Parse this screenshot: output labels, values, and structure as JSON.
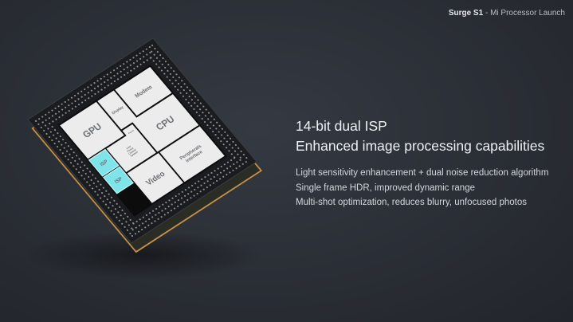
{
  "header": {
    "brand": "Surge S1",
    "separator": " - ",
    "subtitle": "Mi Processor Launch"
  },
  "headline": {
    "line1": "14-bit dual ISP",
    "line2": "Enhanced image processing capabilities"
  },
  "bullets": [
    "Light sensitivity enhancement + dual noise reduction algorithm",
    "Single frame HDR, improved dynamic range",
    "Multi-shot optimization, reduces blurry, unfocused photos"
  ],
  "chip": {
    "blocks": {
      "gpu": "GPU",
      "display": "Display",
      "modem": "Modem",
      "cpu": "CPU",
      "dsp": "DSP",
      "isp1": "ISP",
      "isp2": "ISP",
      "low_power": [
        "Low",
        "Power",
        "Control",
        "System"
      ],
      "peripherals": [
        "Peripherals",
        "interface"
      ],
      "video": "Video"
    },
    "colors": {
      "isp": "#7fe3ea",
      "block": "#ececec",
      "gold": "#c8914a",
      "body": "#1b1c1f"
    }
  }
}
